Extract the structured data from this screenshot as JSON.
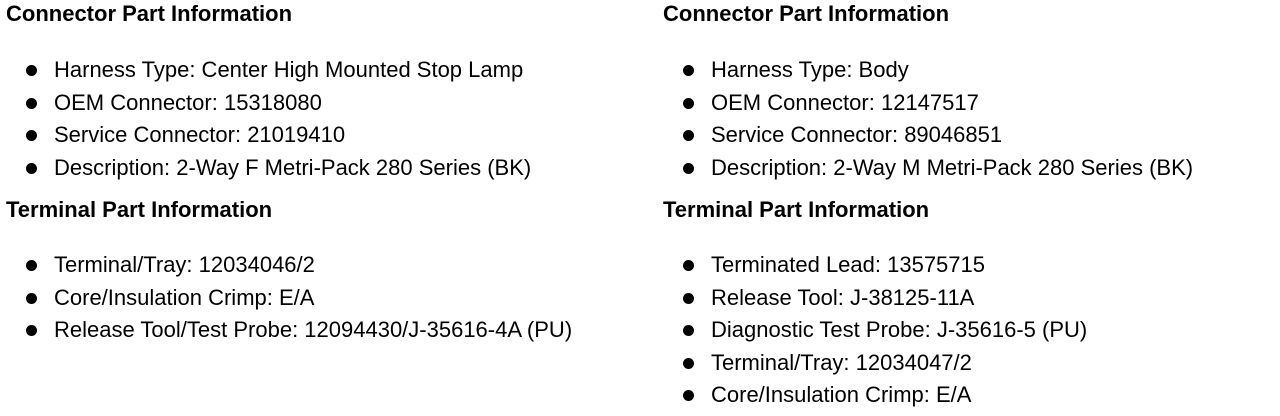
{
  "left": {
    "connector_heading": "Connector Part Information",
    "connector_items": [
      "Harness Type: Center High Mounted Stop Lamp",
      "OEM Connector: 15318080",
      "Service Connector: 21019410",
      "Description: 2-Way F Metri-Pack 280 Series (BK)"
    ],
    "terminal_heading": "Terminal Part Information",
    "terminal_items": [
      "Terminal/Tray: 12034046/2",
      "Core/Insulation Crimp: E/A",
      "Release Tool/Test Probe: 12094430/J-35616-4A (PU)"
    ]
  },
  "right": {
    "connector_heading": "Connector Part Information",
    "connector_items": [
      "Harness Type: Body",
      "OEM Connector: 12147517",
      "Service Connector: 89046851",
      "Description: 2-Way M Metri-Pack 280 Series (BK)"
    ],
    "terminal_heading": "Terminal Part Information",
    "terminal_items": [
      "Terminated Lead: 13575715",
      "Release Tool: J-38125-11A",
      "Diagnostic Test Probe: J-35616-5 (PU)",
      "Terminal/Tray: 12034047/2",
      "Core/Insulation Crimp: E/A"
    ]
  }
}
